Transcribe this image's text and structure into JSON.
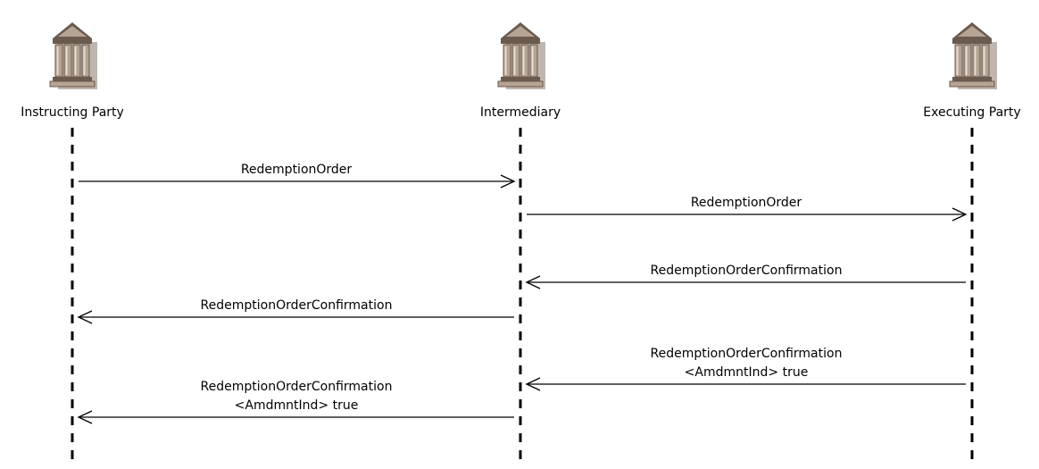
{
  "participants": [
    {
      "name": "Instructing Party",
      "icon": "bank-building-icon"
    },
    {
      "name": "Intermediary",
      "icon": "bank-building-icon"
    },
    {
      "name": "Executing Party",
      "icon": "bank-building-icon"
    }
  ],
  "messages": [
    {
      "from": 0,
      "to": 1,
      "lines": [
        "RedemptionOrder"
      ]
    },
    {
      "from": 1,
      "to": 2,
      "lines": [
        "RedemptionOrder"
      ]
    },
    {
      "from": 2,
      "to": 1,
      "lines": [
        "RedemptionOrderConfirmation"
      ]
    },
    {
      "from": 1,
      "to": 0,
      "lines": [
        "RedemptionOrderConfirmation"
      ]
    },
    {
      "from": 2,
      "to": 1,
      "lines": [
        "RedemptionOrderConfirmation",
        "<AmdmntInd>  true"
      ]
    },
    {
      "from": 1,
      "to": 0,
      "lines": [
        "RedemptionOrderConfirmation",
        "<AmdmntInd>  true"
      ]
    }
  ],
  "colors": {
    "icon_fill": "#b5a494",
    "icon_shadow": "#8c7a6b",
    "icon_dark": "#6b5a4e",
    "icon_light": "#e6ddd3",
    "line": "#000000"
  }
}
